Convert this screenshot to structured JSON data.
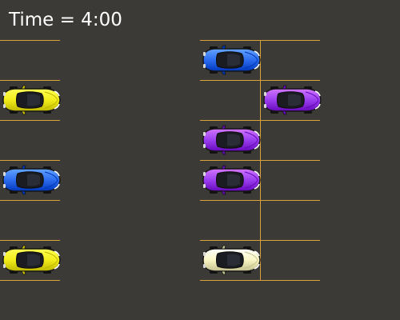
{
  "hud": {
    "time_text": "Time = 4:00"
  },
  "colors": {
    "asphalt": "#3b3a37",
    "line": "#d9a23a",
    "yellow": "#f4ee1c",
    "blue": "#2d6df0",
    "purple": "#9b3ff0",
    "cream": "#fbf7c4"
  },
  "parking_lot": {
    "left_column": [
      "yellow",
      "blue",
      "yellow"
    ],
    "right_column_inner": [
      "blue",
      null,
      "purple",
      "purple",
      null,
      "cream"
    ],
    "right_column_outer": [
      null,
      "purple",
      null,
      null,
      null,
      null
    ]
  }
}
